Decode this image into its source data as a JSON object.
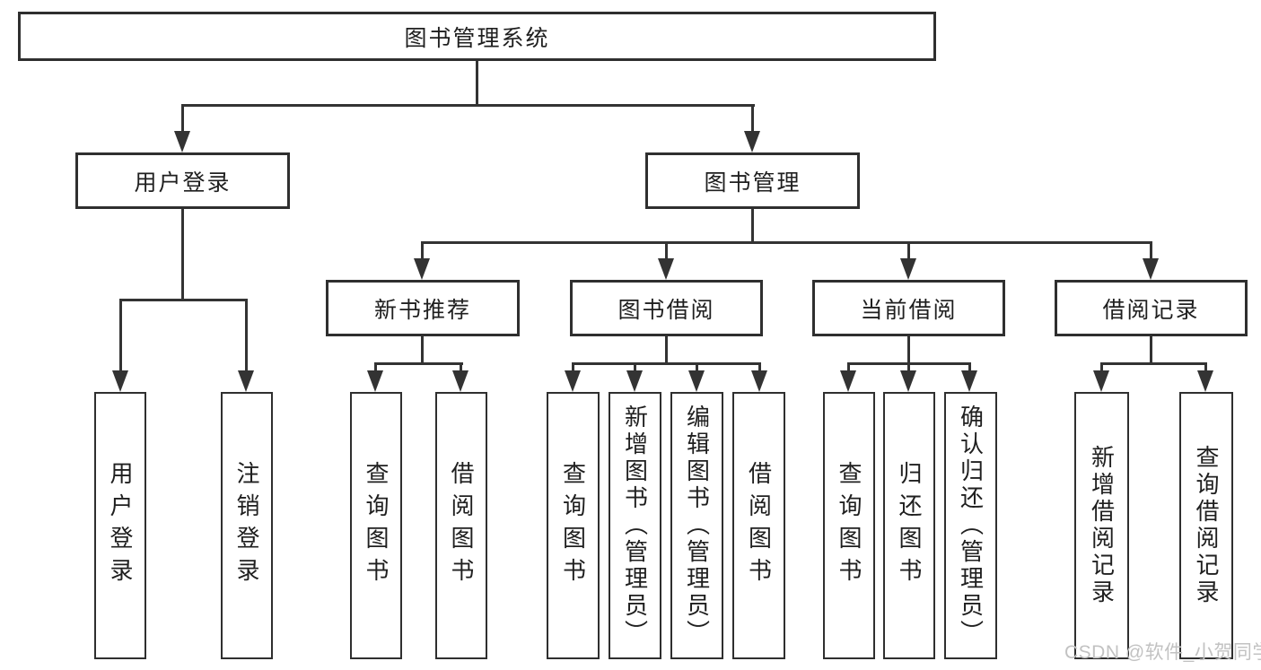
{
  "tree": {
    "root": {
      "label": "图书管理系统"
    },
    "children": [
      {
        "label": "用户登录",
        "children": [
          {
            "label": "用户登录"
          },
          {
            "label": "注销登录"
          }
        ]
      },
      {
        "label": "图书管理",
        "children": [
          {
            "label": "新书推荐",
            "children": [
              {
                "label": "查询图书"
              },
              {
                "label": "借阅图书"
              }
            ]
          },
          {
            "label": "图书借阅",
            "children": [
              {
                "label": "查询图书"
              },
              {
                "label": "新增图书（管理员）"
              },
              {
                "label": "编辑图书（管理员）"
              },
              {
                "label": "借阅图书"
              }
            ]
          },
          {
            "label": "当前借阅",
            "children": [
              {
                "label": "查询图书"
              },
              {
                "label": "归还图书"
              },
              {
                "label": "确认归还（管理员）"
              }
            ]
          },
          {
            "label": "借阅记录",
            "children": [
              {
                "label": "新增借阅记录"
              },
              {
                "label": "查询借阅记录"
              }
            ]
          }
        ]
      }
    ]
  },
  "watermark": "CSDN @软件_小贺同学",
  "colors": {
    "line": "#333333",
    "box_border": "#2f2f2f",
    "text": "#1f1f1f",
    "background": "#ffffff",
    "watermark": "#c2c2c2"
  }
}
